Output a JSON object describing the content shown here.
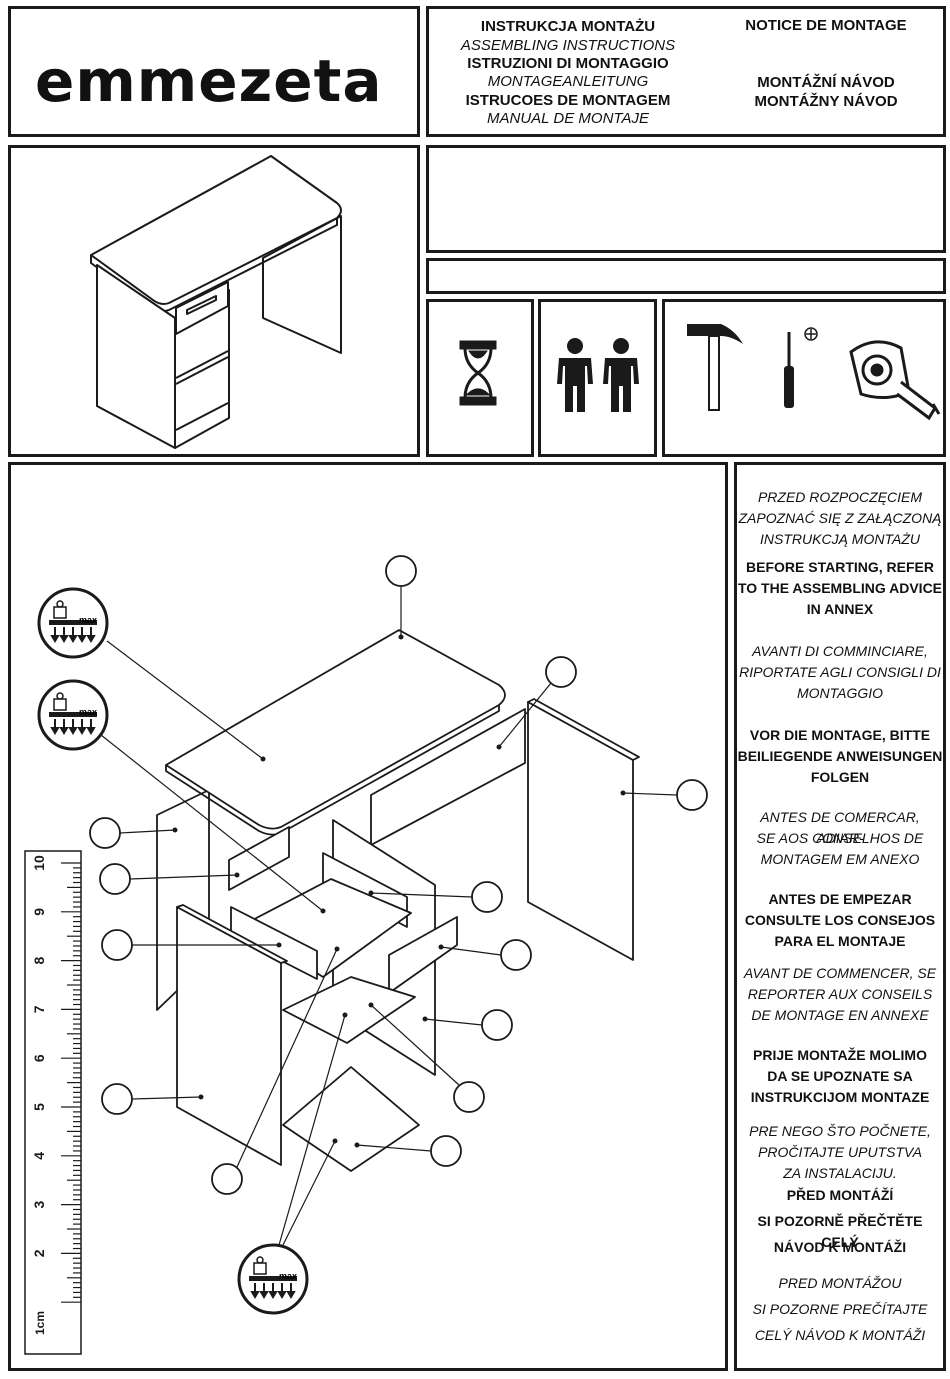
{
  "header": {
    "logo": "emmezeta",
    "titles_left": [
      {
        "text": "INSTRUKCJA MONTAŻU",
        "style": "bold"
      },
      {
        "text": "ASSEMBLING INSTRUCTIONS",
        "style": "italic"
      },
      {
        "text": "ISTRUZIONI DI MONTAGGIO",
        "style": "bold"
      },
      {
        "text": "MONTAGEANLEITUNG",
        "style": "italic"
      },
      {
        "text": "ISTRUCOES DE MONTAGEM",
        "style": "bold"
      },
      {
        "text": "MANUAL DE MONTAJE",
        "style": "italic"
      }
    ],
    "titles_right": [
      {
        "text": "NOTICE DE MONTAGE",
        "style": "bold"
      },
      {
        "text": "MONTÁŽNÍ NÁVOD",
        "style": "bold"
      },
      {
        "text": "MONTÁŽNY NÁVOD",
        "style": "bold"
      }
    ]
  },
  "icons": {
    "time": "hourglass-icon",
    "people": "two-persons-icon",
    "tools": [
      "hammer-icon",
      "phillips-screwdriver-icon",
      "tape-measure-icon"
    ],
    "load": "max-load-icon",
    "load_label": "max"
  },
  "ruler": {
    "unit": "1cm",
    "labels": [
      "10",
      "9",
      "8",
      "7",
      "6",
      "5",
      "4",
      "3",
      "2"
    ]
  },
  "advice": [
    {
      "lines": [
        "PRZED ROZPOCZĘCIEM",
        "ZAPOZNAĆ SIĘ Z ZAŁĄCZONĄ",
        "INSTRUKCJĄ MONTAŻU"
      ],
      "style": "italic"
    },
    {
      "lines": [
        "BEFORE STARTING, REFER",
        "TO THE ASSEMBLING ADVICE",
        "IN ANNEX"
      ],
      "style": "bold"
    },
    {
      "lines": [
        "AVANTI DI COMMINCIARE,",
        "RIPORTATE AGLI CONSIGLI DI",
        "MONTAGGIO"
      ],
      "style": "italic"
    },
    {
      "lines": [
        "VOR DIE MONTAGE, BITTE",
        "BEILIEGENDE ANWEISUNGEN",
        "FOLGEN"
      ],
      "style": "bold"
    },
    {
      "lines": [
        "ANTES DE COMERCAR, ADIAR-",
        "SE AOS CONSELHOS DE",
        "MONTAGEM EM ANEXO"
      ],
      "style": "italic"
    },
    {
      "lines": [
        "ANTES DE EMPEZAR",
        "CONSULTE LOS CONSEJOS",
        "PARA EL MONTAJE"
      ],
      "style": "bold"
    },
    {
      "lines": [
        "AVANT DE COMMENCER, SE",
        "REPORTER AUX CONSEILS",
        "DE MONTAGE EN ANNEXE"
      ],
      "style": "italic"
    },
    {
      "lines": [
        "PRIJE MONTAŽE MOLIMO",
        "DA SE UPOZNATE SA",
        "INSTRUKCIJOM MONTAZE"
      ],
      "style": "bold"
    },
    {
      "lines": [
        "PRE NEGO ŠTO POČNETE,",
        "PROČITAJTE UPUTSTVA",
        "ZA INSTALACIJU."
      ],
      "style": "italic"
    },
    {
      "lines": [
        "PŘED MONTÁŽÍ",
        "SI POZORNĚ PŘEČTĚTE CELÝ",
        "NÁVOD K MONTÁŽI"
      ],
      "style": "bold"
    },
    {
      "lines": [
        "PRED MONTÁŽOU",
        "SI POZORNE PREČÍTAJTE",
        "CELÝ NÁVOD K MONTÁŽI"
      ],
      "style": "italic"
    }
  ]
}
